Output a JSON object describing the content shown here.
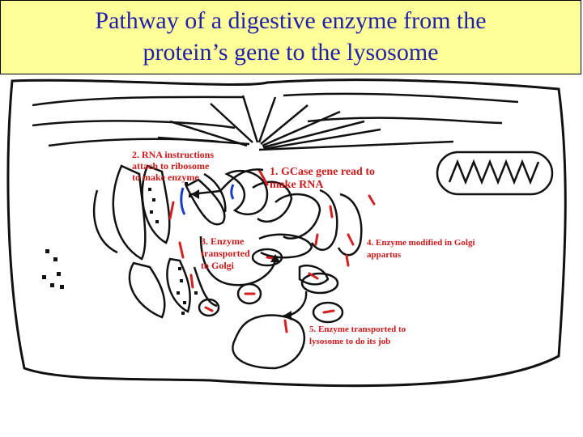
{
  "title": {
    "line1": "Pathway of a digestive enzyme from the",
    "line2": "protein’s gene to the lysosome"
  },
  "steps": {
    "step1": {
      "line1": "1. GCase gene read to",
      "line2": "make RNA"
    },
    "step2": {
      "line1": "2. RNA instructions",
      "line2": "attach to ribosome",
      "line3": "to make enzyme"
    },
    "step3": {
      "line1": "3.  Enzyme",
      "line2": "transported",
      "line3": "to Golgi"
    },
    "step4": {
      "line1": "4. Enzyme modified in Golgi",
      "line2": "appartus"
    },
    "step5": {
      "line1": "5. Enzyme transported to",
      "line2": "lysosome to do its job"
    }
  },
  "colors": {
    "title_bg": "#ffff99",
    "title_text": "#1f1fb0",
    "label_red": "#cc1a1a",
    "enzyme_red": "#d42020",
    "rna_blue": "#1a3ccc"
  }
}
